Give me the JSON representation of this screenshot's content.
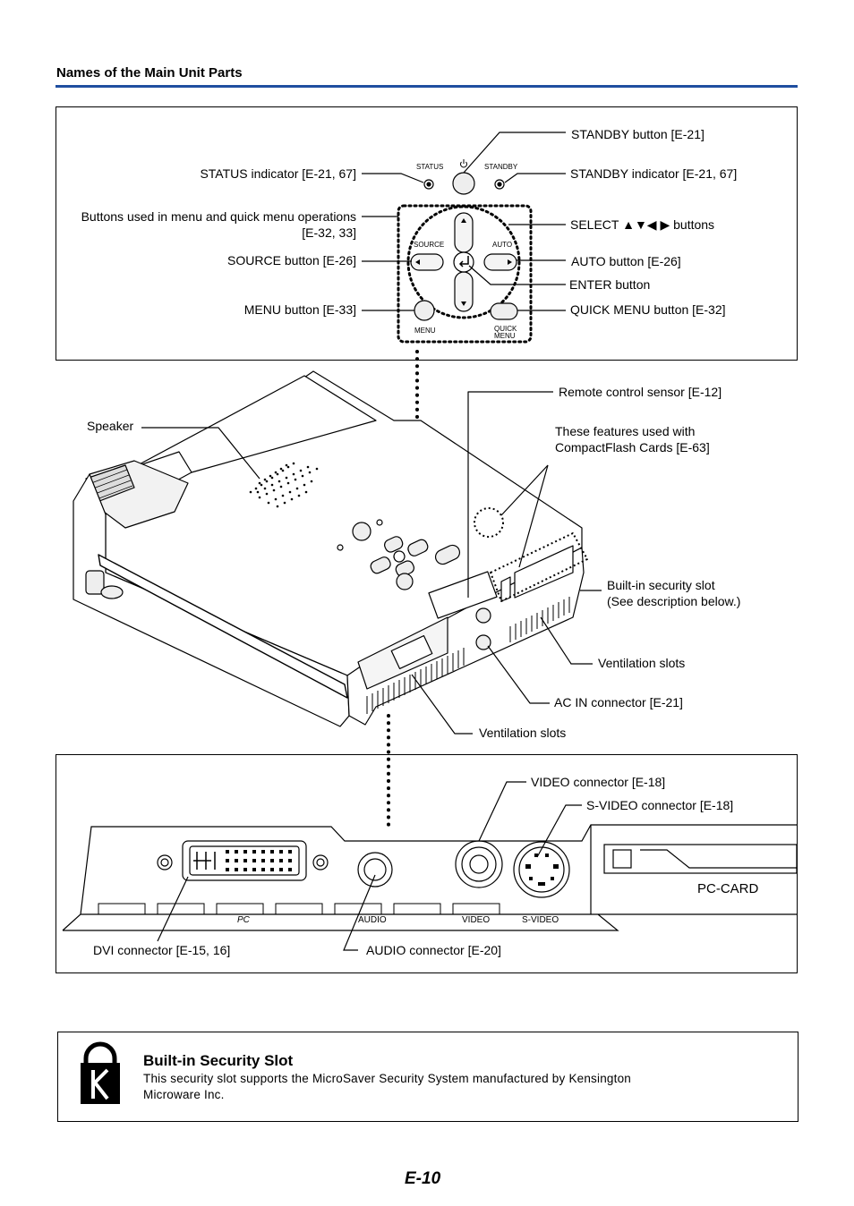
{
  "section_heading": "Names of the Main Unit Parts",
  "control_panel": {
    "labels": {
      "standby_button": "STANDBY button [E-21]",
      "status_indicator": "STATUS indicator [E-21, 67]",
      "standby_indicator": "STANDBY indicator [E-21, 67]",
      "menu_buttons_line1": "Buttons used in menu and quick menu operations",
      "menu_buttons_line2": "[E-32, 33]",
      "select_buttons": "SELECT ▲▼◀ ▶ buttons",
      "source_button": "SOURCE button [E-26]",
      "auto_button": "AUTO button [E-26]",
      "enter_button": "ENTER button",
      "menu_button": "MENU button [E-33]",
      "quick_menu_button": "QUICK MENU button [E-32]"
    },
    "panel_text": {
      "status": "STATUS",
      "standby": "STANDBY",
      "source": "SOURCE",
      "auto": "AUTO",
      "menu": "MENU",
      "quick": "QUICK",
      "menu2": "MENU"
    }
  },
  "projector": {
    "labels": {
      "remote_sensor": "Remote control sensor [E-12]",
      "speaker": "Speaker",
      "cf_line1": "These features used with",
      "cf_line2": "CompactFlash Cards [E-63]",
      "security_slot_line1": "Built-in security slot",
      "security_slot_line2": "(See description below.)",
      "vent_right": "Ventilation slots",
      "ac_in": "AC IN connector [E-21]",
      "vent_bottom": "Ventilation slots"
    }
  },
  "connector_panel": {
    "labels": {
      "video_connector": "VIDEO connector [E-18]",
      "svideo_connector": "S-VIDEO connector [E-18]",
      "pc_card": "PC-CARD",
      "dvi_connector": "DVI connector [E-15, 16]",
      "audio_connector": "AUDIO connector [E-20]"
    },
    "panel_text": {
      "pc": "PC",
      "audio": "AUDIO",
      "video": "VIDEO",
      "svideo": "S-VIDEO"
    }
  },
  "security_section": {
    "title": "Built-in Security Slot",
    "text": "This security slot supports the MicroSaver Security System manufactured by Kensington Microware Inc."
  },
  "page_number": "E-10"
}
